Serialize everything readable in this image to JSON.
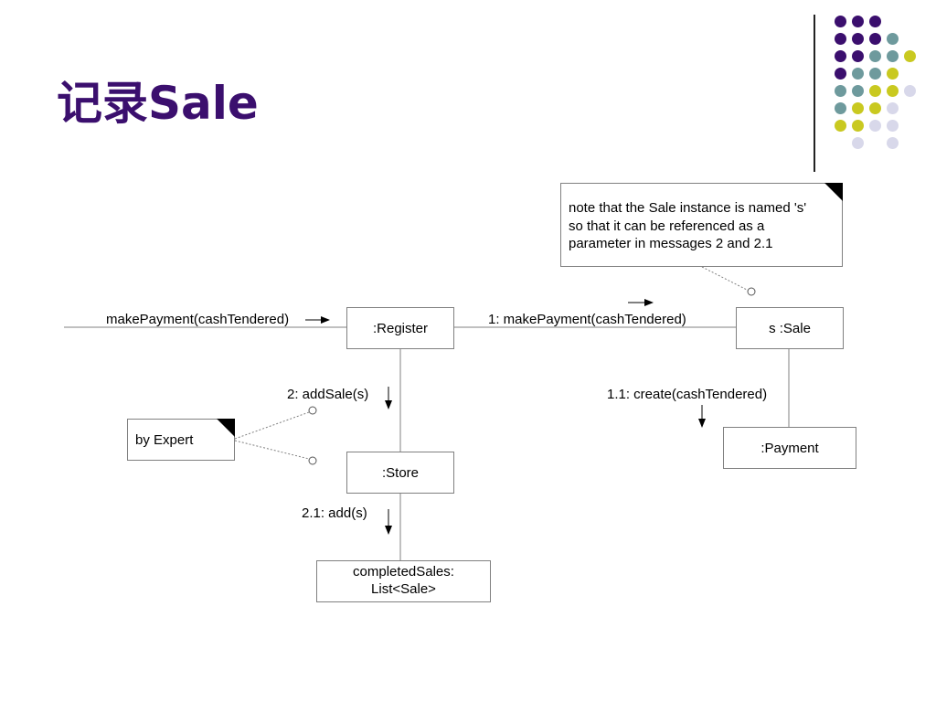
{
  "slide": {
    "title": "记录Sale"
  },
  "decoration": {
    "colors": {
      "purple": "#3b0f6e",
      "teal": "#6e9a9d",
      "lime": "#c9c920",
      "lavender": "#d8d8ea"
    },
    "grid": [
      [
        "purple",
        "purple",
        "purple",
        "",
        "",
        ""
      ],
      [
        "purple",
        "purple",
        "purple",
        "teal",
        "",
        ""
      ],
      [
        "purple",
        "purple",
        "teal",
        "teal",
        "lime",
        ""
      ],
      [
        "purple",
        "teal",
        "teal",
        "lime",
        "",
        ""
      ],
      [
        "teal",
        "teal",
        "lime",
        "lime",
        "lavender",
        ""
      ],
      [
        "teal",
        "lime",
        "lime",
        "lavender",
        "",
        ""
      ],
      [
        "lime",
        "lime",
        "lavender",
        "lavender",
        "",
        ""
      ],
      [
        "",
        "lavender",
        "",
        "lavender",
        "",
        ""
      ]
    ]
  },
  "diagram": {
    "objects": {
      "register": ":Register",
      "sale": "s :Sale",
      "payment": ":Payment",
      "store": ":Store",
      "completed_sales_line1": "completedSales:",
      "completed_sales_line2": "List<Sale>"
    },
    "messages": {
      "incoming": "makePayment(cashTendered)",
      "m1": "1: makePayment(cashTendered)",
      "m1_1": "1.1: create(cashTendered)",
      "m2": "2: addSale(s)",
      "m2_1": "2.1: add(s)"
    },
    "notes": {
      "sale_note": "note that the Sale instance is named 's' so that it can be referenced as a parameter in messages 2 and 2.1",
      "expert_note": "by Expert"
    }
  }
}
